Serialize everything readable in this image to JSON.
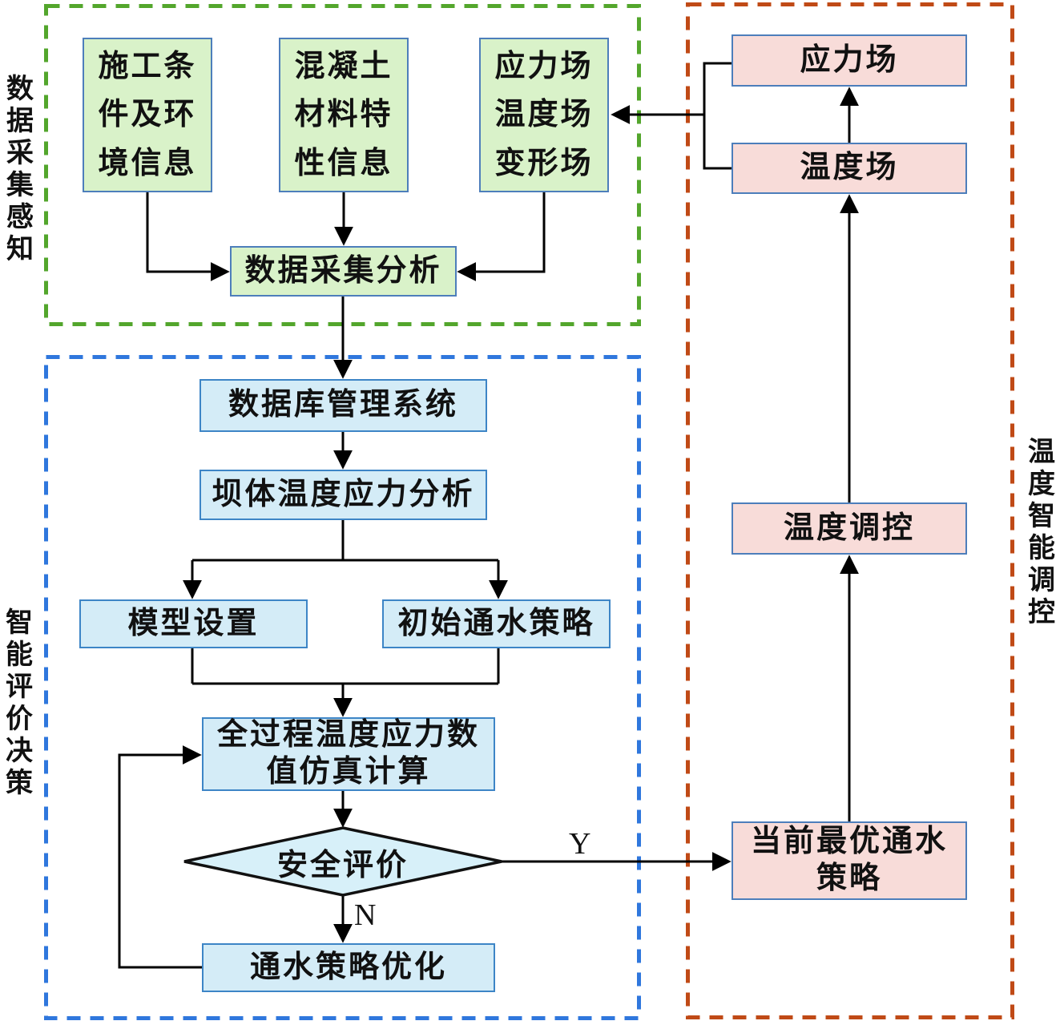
{
  "regions": {
    "data_collection": {
      "label": "数据采集感知",
      "border_color": "#53a62c"
    },
    "evaluation": {
      "label": "智能评价决策",
      "border_color": "#2f77dd"
    },
    "temperature_control": {
      "label": "温度智能调控",
      "border_color": "#c04a16"
    }
  },
  "nodes": {
    "construction_info": {
      "label": "施工条\n件及环\n境信息"
    },
    "concrete_info": {
      "label": "混凝土\n材料特\n性信息"
    },
    "fields_info": {
      "label": "应力场\n温度场\n变形场"
    },
    "data_analysis": {
      "label": "数据采集分析"
    },
    "database_system": {
      "label": "数据库管理系统"
    },
    "dam_analysis": {
      "label": "坝体温度应力分析"
    },
    "model_setup": {
      "label": "模型设置"
    },
    "initial_strategy": {
      "label": "初始通水策略"
    },
    "simulation": {
      "label": "全过程温度应力数\n值仿真计算"
    },
    "safety_evaluation": {
      "label": "安全评价"
    },
    "strategy_optimization": {
      "label": "通水策略优化"
    },
    "stress_field": {
      "label": "应力场"
    },
    "temperature_field": {
      "label": "温度场"
    },
    "temperature_regulation": {
      "label": "温度调控"
    },
    "optimal_strategy": {
      "label": "当前最优通水\n策略"
    }
  },
  "edges": {
    "yes_label": "Y",
    "no_label": "N"
  },
  "colors": {
    "green_node_fill": "#d9f2c9",
    "blue_node_fill": "#d4ecf7",
    "pink_node_fill": "#f8dcd9",
    "diamond_fill": "#d7f0f9",
    "green_pink_node_border": "#4d7ebb",
    "blue_node_border": "#3d85c6",
    "diamond_border": "#111111",
    "connector": "#000000",
    "green_dashed_border": "#53a62c",
    "blue_dashed_border": "#2f77dd",
    "red_dashed_border": "#c04a16"
  }
}
